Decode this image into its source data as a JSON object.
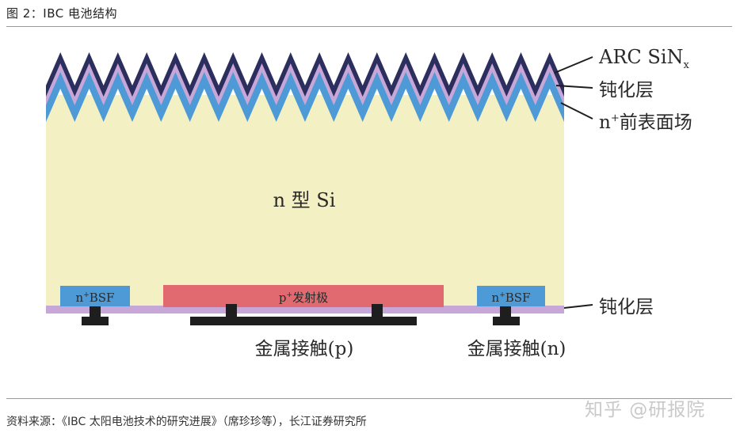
{
  "figure_title": "图 2：IBC 电池结构",
  "labels": {
    "arc": "ARC SiN",
    "arc_sub": "x",
    "passivation_top": "钝化层",
    "front_field_sup": "+",
    "front_field_pre": "n",
    "front_field_text": "前表面场",
    "bulk": "n 型 Si",
    "bsf_left_pre": "n",
    "bsf_left_sup": "+",
    "bsf_left_text": "BSF",
    "bsf_right_pre": "n",
    "bsf_right_sup": "+",
    "bsf_right_text": "BSF",
    "emitter_pre": "p",
    "emitter_sup": "+",
    "emitter_text": "发射极",
    "passivation_bottom": "钝化层",
    "contact_p": "金属接触(p)",
    "contact_n": "金属接触(n)"
  },
  "colors": {
    "silicon": "#f3f1c4",
    "arc": "#2c2f5e",
    "passivation": "#c7a6d8",
    "front_field": "#4d9ad6",
    "bsf": "#4d9ad6",
    "emitter": "#e06a70",
    "metal": "#1e1e1e"
  },
  "source": "资料来源：《IBC 太阳电池技术的研究进展》（席珍珍等），长江证券研究所",
  "watermark": "知乎 @研报院"
}
